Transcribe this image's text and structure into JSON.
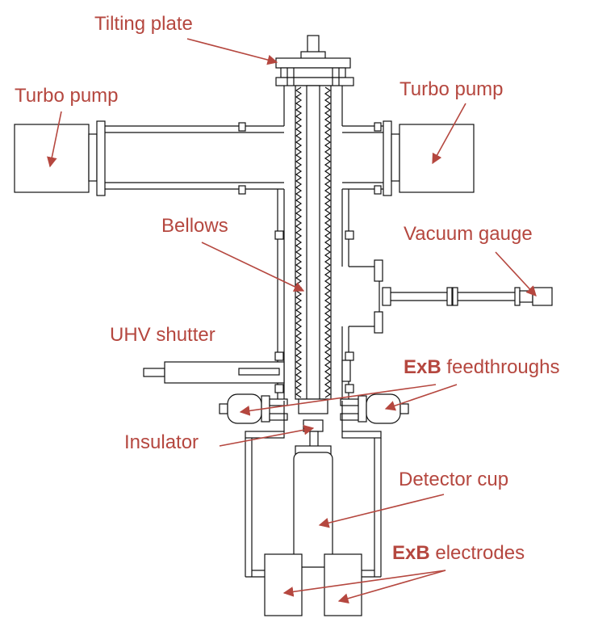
{
  "labels": {
    "tilting_plate": "Tilting plate",
    "turbo_pump_left": "Turbo pump",
    "turbo_pump_right": "Turbo pump",
    "bellows": "Bellows",
    "vacuum_gauge": "Vacuum gauge",
    "uhv_shutter": "UHV shutter",
    "exb_feedthroughs_bold": "ExB",
    "exb_feedthroughs_rest": " feedthroughs",
    "insulator": "Insulator",
    "detector_cup": "Detector cup",
    "exb_electrodes_bold": "ExB",
    "exb_electrodes_rest": " electrodes"
  },
  "colors": {
    "label": "#b5473f",
    "line": "#111111",
    "background": "#ffffff"
  }
}
